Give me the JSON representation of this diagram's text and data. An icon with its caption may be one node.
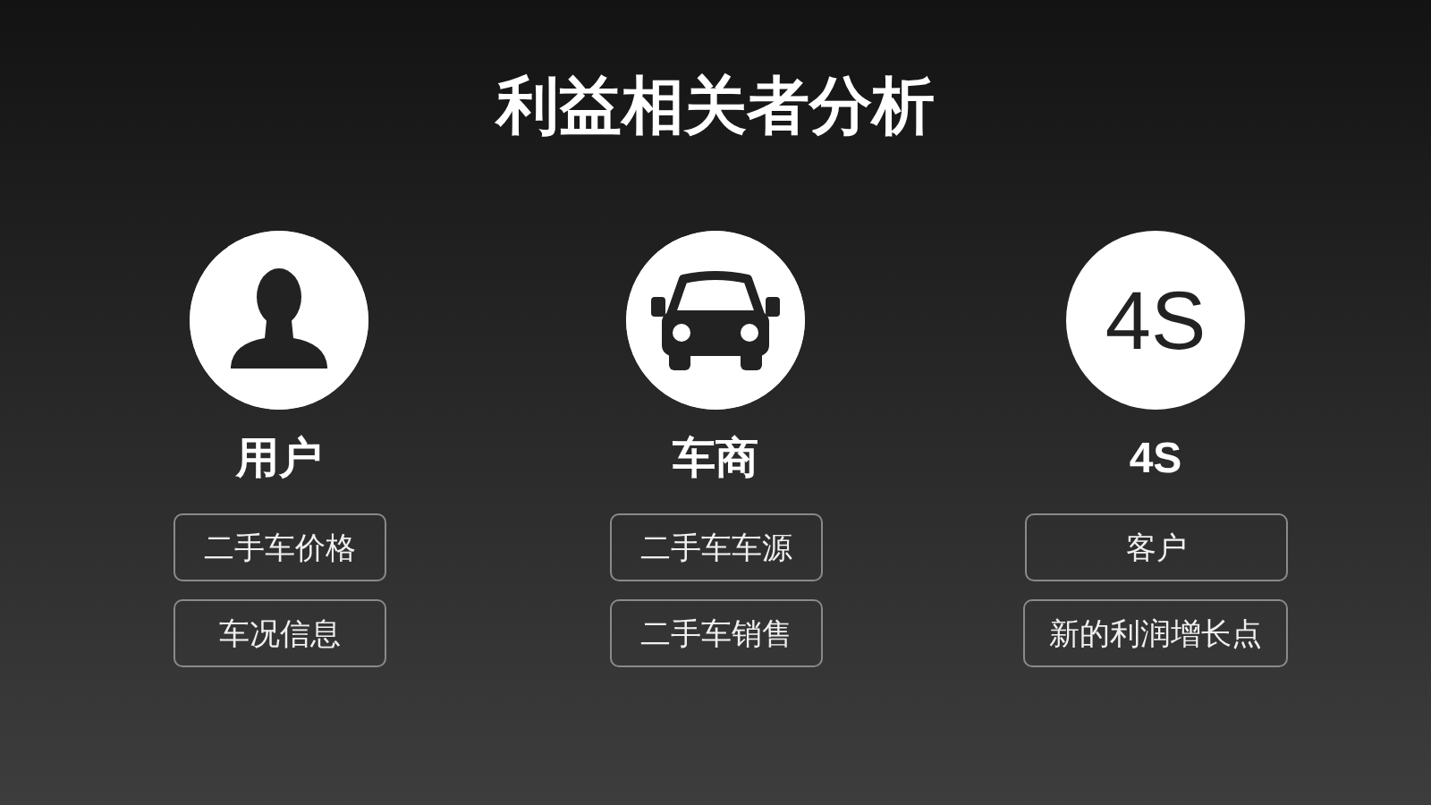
{
  "diagram": {
    "title": "利益相关者分析",
    "nodes": [
      {
        "text": [],
        "shape": "circle",
        "beside": [
          "用户"
        ]
      },
      {
        "text": [],
        "shape": "circle",
        "beside": [
          "车商"
        ]
      },
      {
        "text": [
          "4S"
        ],
        "beside": [
          "4S"
        ]
      },
      {
        "text": [
          "二手车价格"
        ]
      },
      {
        "text": [
          "二手车车源"
        ]
      },
      {
        "text": [
          "客户"
        ]
      },
      {
        "text": [
          "车况信息"
        ]
      },
      {
        "text": [
          "二手车销售"
        ]
      },
      {
        "text": [
          "新的利润增长点"
        ]
      }
    ]
  }
}
